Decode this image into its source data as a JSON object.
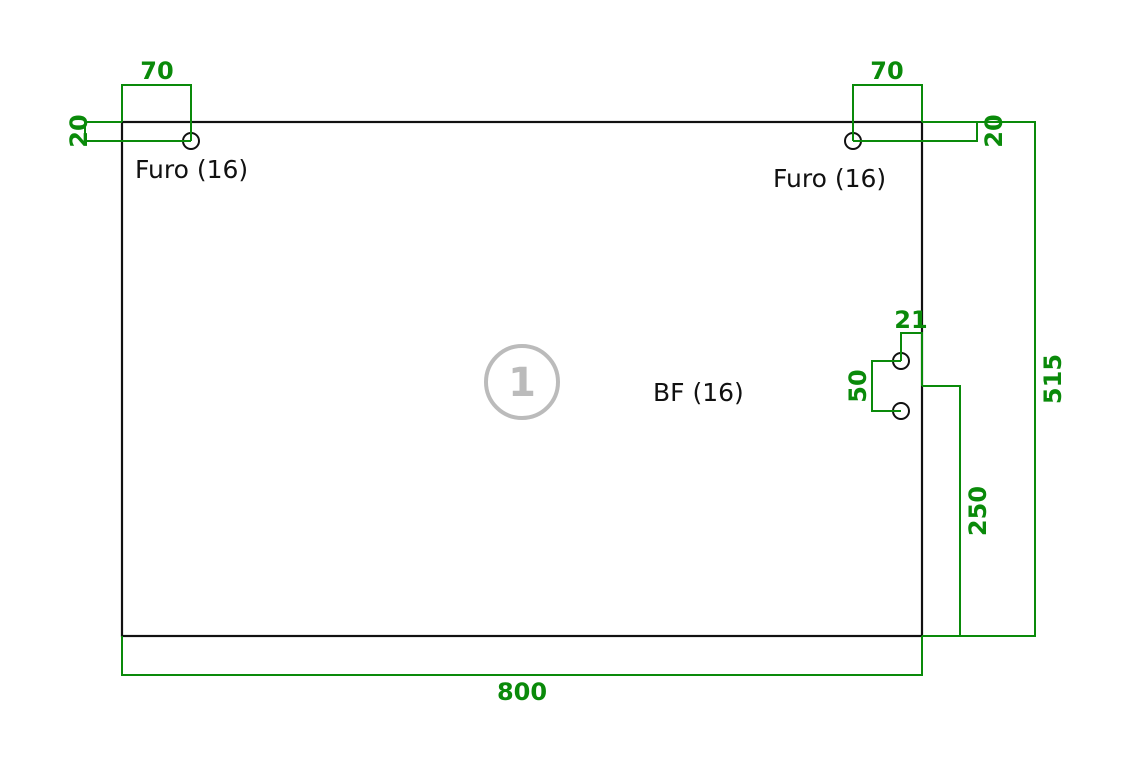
{
  "panel": {
    "part_number": "1",
    "labels": {
      "hole_top_left": "Furo (16)",
      "hole_top_right": "Furo (16)",
      "bf": "BF (16)"
    }
  },
  "dimensions": {
    "top_left_h": "70",
    "top_right_h": "70",
    "top_left_v": "20",
    "top_right_v": "20",
    "bf_h": "21",
    "bf_spacing": "50",
    "bf_from_bottom": "250",
    "height": "515",
    "width": "800"
  },
  "colors": {
    "outline": "#111111",
    "dimension": "#0a8a0a",
    "badge": "#bbbbbb"
  }
}
